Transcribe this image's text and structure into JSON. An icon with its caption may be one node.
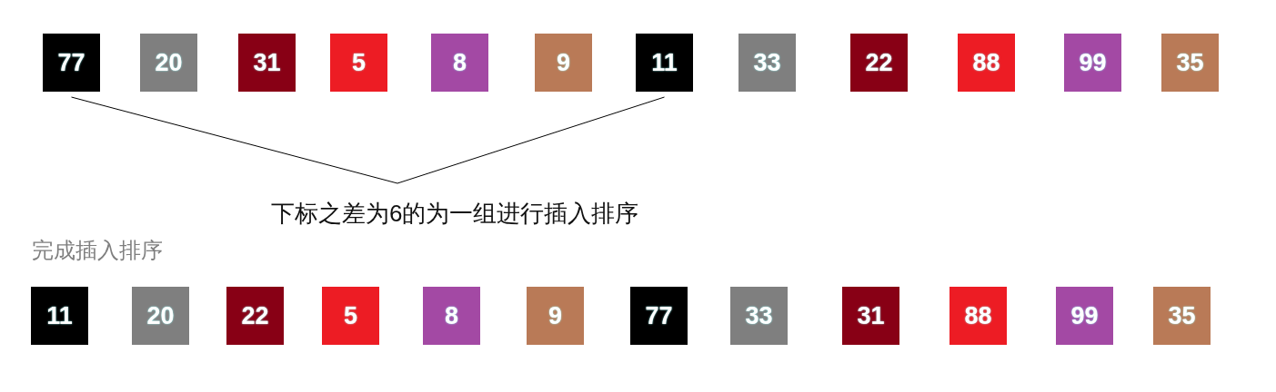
{
  "diagram": {
    "nodes": [
      {
        "text": [
          "77"
        ]
      },
      {
        "text": [
          "20"
        ]
      },
      {
        "text": [
          "31"
        ]
      },
      {
        "text": [
          "5"
        ]
      },
      {
        "text": [
          "8"
        ]
      },
      {
        "text": [
          "9"
        ]
      },
      {
        "text": [
          "11"
        ]
      },
      {
        "text": [
          "33"
        ]
      },
      {
        "text": [
          "22"
        ]
      },
      {
        "text": [
          "88"
        ]
      },
      {
        "text": [
          "99"
        ]
      },
      {
        "text": [
          "35"
        ]
      },
      {
        "text": [
          "下标之差为6的为一组进行插入排序"
        ]
      },
      {
        "text": [
          "11"
        ]
      },
      {
        "text": [
          "20"
        ]
      },
      {
        "text": [
          "22"
        ]
      },
      {
        "text": [
          "5"
        ]
      },
      {
        "text": [
          "8"
        ]
      },
      {
        "text": [
          "9"
        ]
      },
      {
        "text": [
          "77"
        ]
      },
      {
        "text": [
          "33"
        ]
      },
      {
        "text": [
          "31"
        ]
      },
      {
        "text": [
          "88"
        ]
      },
      {
        "text": [
          "99"
        ]
      },
      {
        "text": [
          "35"
        ]
      }
    ],
    "edges": [
      {
        "from": 12,
        "to": 0,
        "arrow": "none"
      },
      {
        "from": 12,
        "to": 6,
        "arrow": "none"
      }
    ],
    "labels": [
      "完成插入排序"
    ]
  }
}
